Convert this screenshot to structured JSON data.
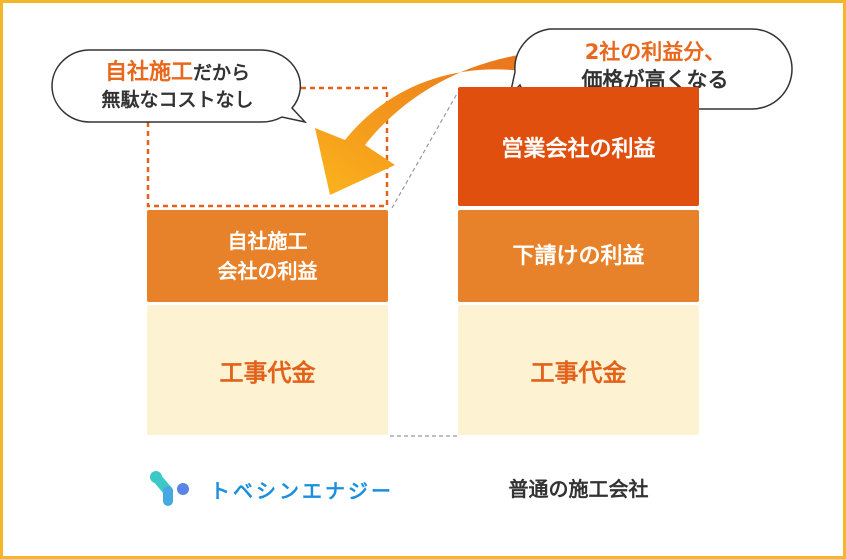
{
  "left_column": {
    "bubble_highlight": "自社施工",
    "bubble_rest": "だから",
    "bubble_line2": "無駄なコストなし",
    "profit_line1": "自社施工",
    "profit_line2": "会社の利益",
    "construction": "工事代金",
    "label": "トベシンエナジー"
  },
  "right_column": {
    "bubble_line1": "2社の利益分、",
    "bubble_line2": "価格が高くなる",
    "sales_profit": "営業会社の利益",
    "sub_profit": "下請けの利益",
    "construction": "工事代金",
    "label": "普通の施工会社"
  },
  "colors": {
    "border": "#f5b72a",
    "dark_orange": "#e04f0d",
    "orange": "#e8822a",
    "cream": "#fdf3d2",
    "logo_blue": "#1a8fe0"
  }
}
